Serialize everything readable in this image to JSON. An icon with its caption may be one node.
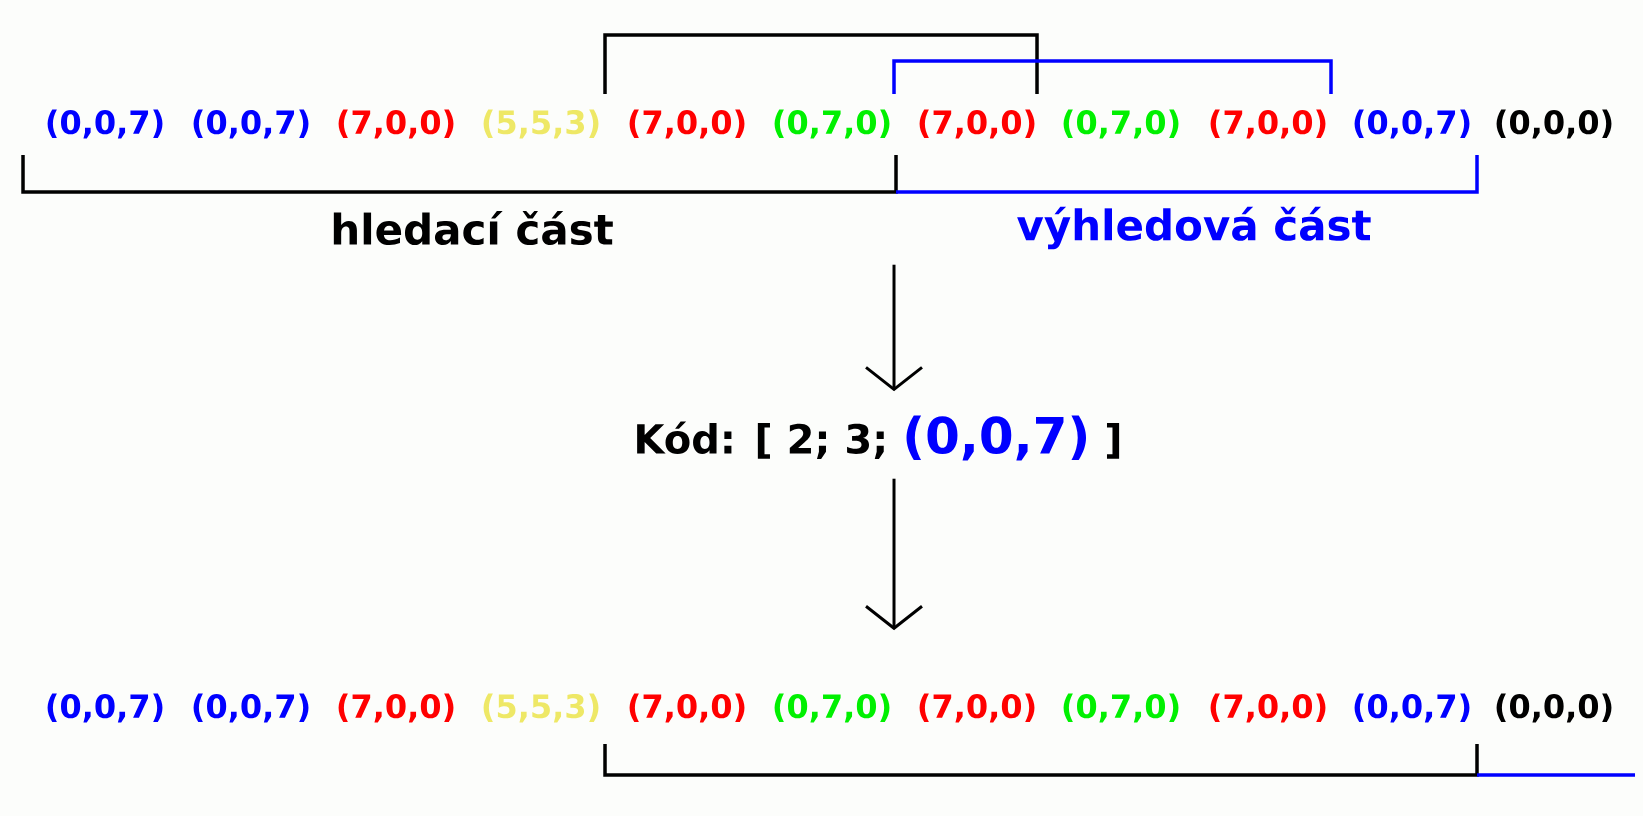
{
  "diagram": {
    "nodes": [
      {
        "text": [
          "(0,0,7)",
          "(0,0,7)",
          "(7,0,0)",
          "(5,5,3)",
          "(7,0,0)",
          "(0,7,0)",
          "(7,0,0)",
          "(0,7,0)",
          "(7,0,0)",
          "(0,0,7)",
          "(0,0,0)",
          "hledací část",
          "výhledová část"
        ]
      },
      {
        "text": [
          "Kód: [ 2; 3;",
          "(0,0,7)",
          "]"
        ]
      },
      {
        "text": [
          "(0,0,7)",
          "(0,0,7)",
          "(7,0,0)",
          "(5,5,3)",
          "(7,0,0)",
          "(0,7,0)",
          "(7,0,0)",
          "(0,7,0)",
          "(7,0,0)",
          "(0,0,7)",
          "(0,0,0)"
        ]
      }
    ],
    "edges": [
      {
        "from": 0,
        "to": 1,
        "arrow": "to"
      },
      {
        "from": 1,
        "to": 2,
        "arrow": "to"
      }
    ]
  }
}
